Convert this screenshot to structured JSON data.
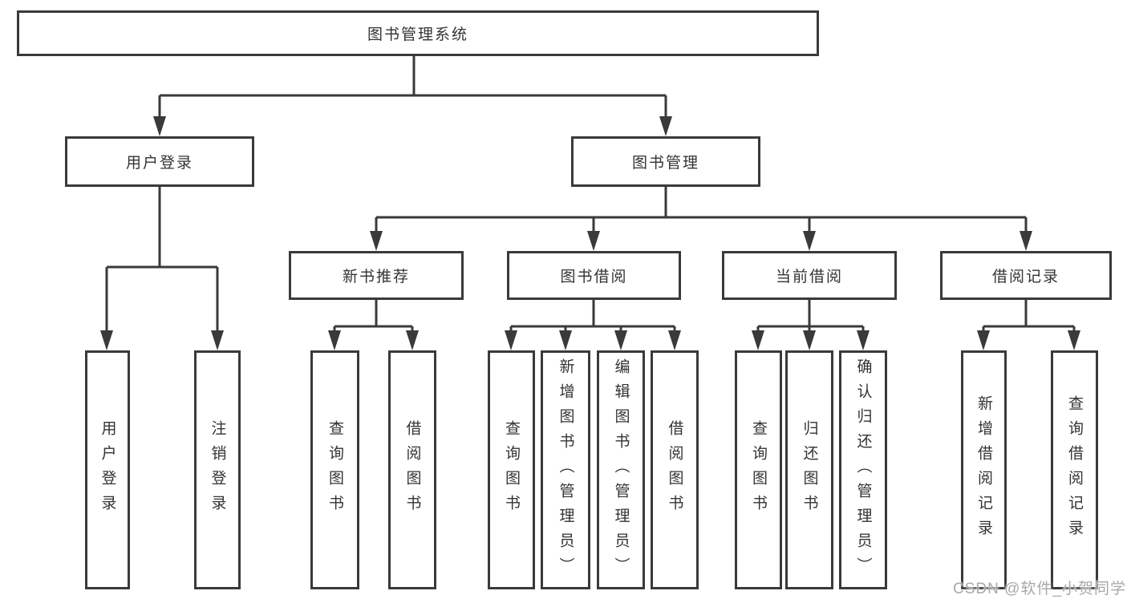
{
  "diagram_title": "图书管理系统",
  "tree": {
    "label": "图书管理系统",
    "children": [
      {
        "label": "用户登录",
        "children": [
          {
            "label": "用户登录"
          },
          {
            "label": "注销登录"
          }
        ]
      },
      {
        "label": "图书管理",
        "children": [
          {
            "label": "新书推荐",
            "children": [
              {
                "label": "查询图书"
              },
              {
                "label": "借阅图书"
              }
            ]
          },
          {
            "label": "图书借阅",
            "children": [
              {
                "label": "查询图书"
              },
              {
                "label": "新增图书（管理员）"
              },
              {
                "label": "编辑图书（管理员）"
              },
              {
                "label": "借阅图书"
              }
            ]
          },
          {
            "label": "当前借阅",
            "children": [
              {
                "label": "查询图书"
              },
              {
                "label": "归还图书"
              },
              {
                "label": "确认归还（管理员）"
              }
            ]
          },
          {
            "label": "借阅记录",
            "children": [
              {
                "label": "新增借阅记录"
              },
              {
                "label": "查询借阅记录"
              }
            ]
          }
        ]
      }
    ]
  },
  "watermark": "CSDN @软件_小贺同学",
  "colors": {
    "line": "#3a3a3a",
    "box_border": "#3a3a3a",
    "box_background": "#ffffff",
    "text": "#333333",
    "watermark": "#a8a8a8",
    "background": "#ffffff"
  }
}
